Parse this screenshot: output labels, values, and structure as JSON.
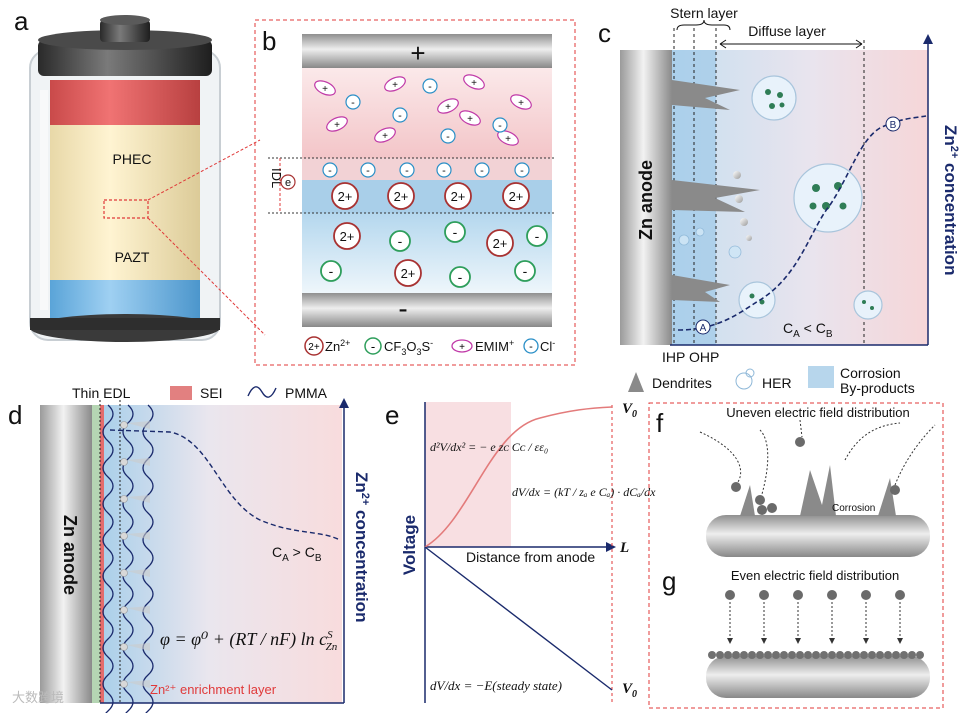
{
  "panel_labels": {
    "a": "a",
    "b": "b",
    "c": "c",
    "d": "d",
    "e": "e",
    "f": "f",
    "g": "g"
  },
  "panel_a": {
    "top_layer": "PHEC",
    "bottom_layer": "PAZT"
  },
  "panel_b": {
    "plus_electrode": "+",
    "minus_electrode": "-",
    "idl_label": "IDL",
    "electron": "e",
    "zn_ion": "2+",
    "anion_minus": "-",
    "cation_plus": "+",
    "legend": {
      "zn": "Zn",
      "zn_sup": "2+",
      "cf3so3_a": "CF",
      "cf3so3_b": "3",
      "cf3so3_c": "O",
      "cf3so3_d": "3",
      "cf3so3_e": "S",
      "cf3so3_f": "-",
      "emim": "EMIM",
      "emim_sup": "+",
      "cl": "Cl",
      "cl_sup": "-"
    }
  },
  "panel_c": {
    "stern_layer": "Stern layer",
    "diffuse_layer": "Diffuse layer",
    "anode": "Zn anode",
    "axis_label": "Zn",
    "axis_sup": "2+",
    "axis_rest": " concentration",
    "point_a": "A",
    "point_b": "B",
    "ratio_main": "C",
    "ratio_a": "A",
    "ratio_mid": " < C",
    "ratio_b": "B",
    "ihp_ohp": "IHP OHP",
    "legend": {
      "dendrites": "Dendrites",
      "her": "HER",
      "corrosion_1": "Corrosion",
      "corrosion_2": "By-products"
    }
  },
  "panel_d": {
    "thin_edl": "Thin EDL",
    "sei": "SEI",
    "pmma": "PMMA",
    "anode": "Zn anode",
    "axis_label": "Zn",
    "axis_sup": "2+",
    "axis_rest": " concentration",
    "ratio_main": "C",
    "ratio_a": "A",
    "ratio_mid": " > C",
    "ratio_b": "B",
    "nernst": "φ = φ⁰ + (RT / nF) ln c",
    "nernst_s": "S",
    "nernst_zn": "Zn",
    "enrichment": "Zn²⁺ enrichment layer"
  },
  "panel_e": {
    "y_axis": "Voltage",
    "x_axis": "Distance from anode",
    "x_end": "L",
    "v0_top": "V",
    "v0_top_sub": "0",
    "v0_bottom": "V",
    "v0_bottom_sub": "0",
    "eq_poisson": "d²V/dx² = − e zᴄ Cᴄ / εε₀",
    "eq_nernst_planck": "dV/dx = (kT / zₐ e Cₐ) · dCₐ/dx",
    "eq_steady": "dV/dx = −E(steady state)"
  },
  "panel_f": {
    "title": "Uneven electric field distribution",
    "corrosion": "Corrosion"
  },
  "panel_g": {
    "title": "Even electric field distribution"
  },
  "watermark": "大数跨境",
  "colors": {
    "red_dashed": "#e03a3a",
    "navy": "#1a2a6c",
    "zn_ion": "#a83232",
    "anion": "#2e9e5b",
    "cation": "#c03aa8",
    "chloride": "#2a8fc7"
  }
}
